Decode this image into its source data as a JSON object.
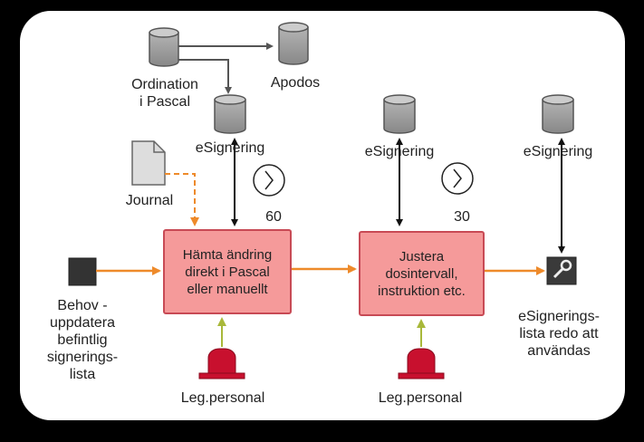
{
  "stores": {
    "ordination": "Ordination\ni Pascal",
    "apodos": "Apodos",
    "esig1": "eSignering",
    "esig2": "eSignering",
    "esig3": "eSignering"
  },
  "journal": "Journal",
  "timers": {
    "t1": "60",
    "t2": "30"
  },
  "tasks": {
    "hamta": "Hämta ändring\ndirekt i Pascal\neller manuellt",
    "justera": "Justera\ndosintervall,\ninstruktion etc."
  },
  "start_event": "Behov -\nuppdatera\nbefintlig\nsignerings-\nlista",
  "end_event": "eSignerings-\nlista redo att\nanvändas",
  "actors": {
    "a1": "Leg.personal",
    "a2": "Leg.personal"
  },
  "colors": {
    "flow": "#ee8a2a",
    "role": "#a8b83a",
    "task_fill": "#f59a9a",
    "task_border": "#c84a55",
    "actor": "#c8102e"
  }
}
